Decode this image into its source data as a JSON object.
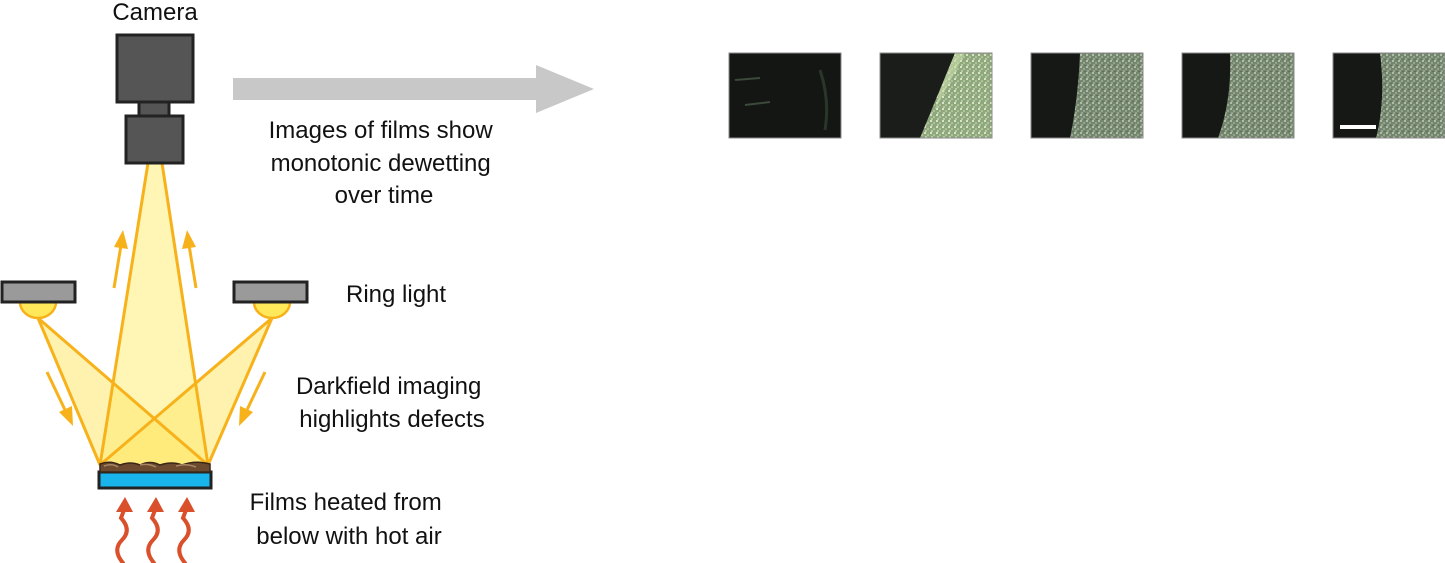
{
  "labels": {
    "camera": "Camera",
    "images_caption": [
      "Images of films show",
      "monotonic dewetting",
      "over time"
    ],
    "ring_light": "Ring light",
    "darkfield": [
      "Darkfield imaging",
      "highlights defects"
    ],
    "films_heated": [
      "Films heated from",
      "below with hot air"
    ]
  },
  "film_frames": [
    {
      "id": 1,
      "dewet_fraction": 0.0
    },
    {
      "id": 2,
      "dewet_fraction": 0.4
    },
    {
      "id": 3,
      "dewet_fraction": 0.6
    },
    {
      "id": 4,
      "dewet_fraction": 0.55
    },
    {
      "id": 5,
      "dewet_fraction": 0.6,
      "has_scale_bar": true
    }
  ],
  "colors": {
    "camera_body": "#555555",
    "camera_outline": "#222222",
    "light_beam": "#FFF3A8",
    "light_ray": "#F7B21B",
    "ring_light_fill": "#9A9A9A",
    "lamp": "#FFE85A",
    "substrate": "#19B4EC",
    "film": "#6B4A2F",
    "heat_arrow": "#D9502B",
    "big_arrow": "#C8C8C8"
  },
  "icons": {
    "camera": "camera-icon",
    "ring_light": "ring-light-icon",
    "heat": "heat-wave-icon",
    "arrow": "right-arrow-icon"
  }
}
